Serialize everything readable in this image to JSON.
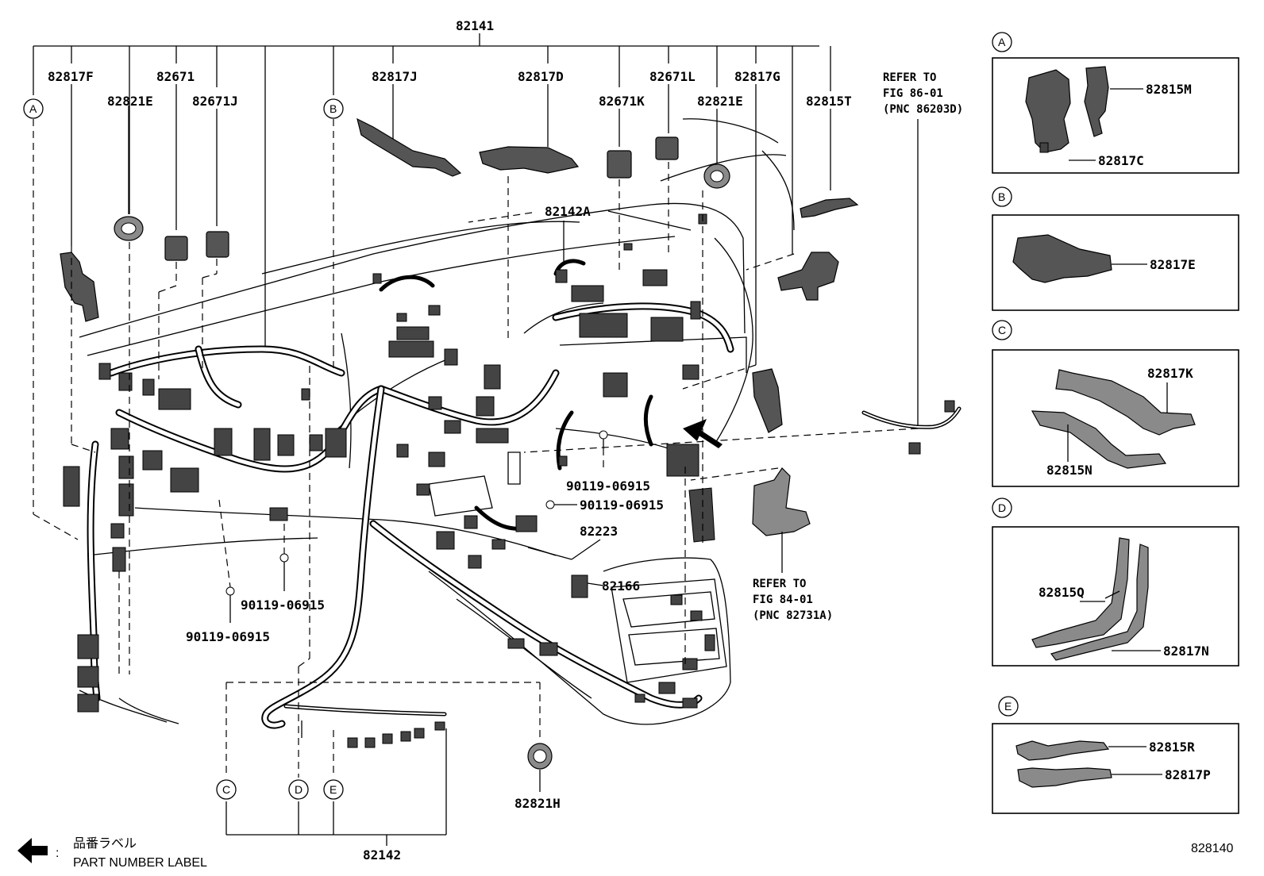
{
  "main_part": "82141",
  "labels": {
    "p82817F": "82817F",
    "p82671": "82671",
    "p82821E_a": "82821E",
    "p82671J": "82671J",
    "p82817J": "82817J",
    "p82817D": "82817D",
    "p82671K": "82671K",
    "p82671L": "82671L",
    "p82821E_b": "82821E",
    "p82817G": "82817G",
    "p82815T": "82815T",
    "p82142A": "82142A",
    "p82223": "82223",
    "p82166": "82166",
    "p82142": "82142",
    "p82821H": "82821H",
    "bolt1": "90119-06915",
    "bolt2": "90119-06915",
    "bolt3": "90119-06915",
    "bolt4": "90119-06915"
  },
  "notes": {
    "ref86_l1": "REFER TO",
    "ref86_l2": "FIG 86-01",
    "ref86_l3": "(PNC 86203D)",
    "ref84_l1": "REFER TO",
    "ref84_l2": "FIG 84-01",
    "ref84_l3": "(PNC 82731A)"
  },
  "callouts": {
    "A": "A",
    "B": "B",
    "C": "C",
    "D": "D",
    "E": "E"
  },
  "insets": {
    "A": {
      "tag": "A",
      "parts": [
        "82815M",
        "82817C"
      ]
    },
    "B": {
      "tag": "B",
      "parts": [
        "82817E"
      ]
    },
    "C": {
      "tag": "C",
      "parts": [
        "82817K",
        "82815N"
      ]
    },
    "D": {
      "tag": "D",
      "parts": [
        "82815Q",
        "82817N"
      ]
    },
    "E": {
      "tag": "E",
      "parts": [
        "82815R",
        "82817P"
      ]
    }
  },
  "legend": {
    "japanese": "品番ラベル",
    "english": "PART NUMBER LABEL",
    "colon": ":"
  },
  "diagram_code": "828140"
}
